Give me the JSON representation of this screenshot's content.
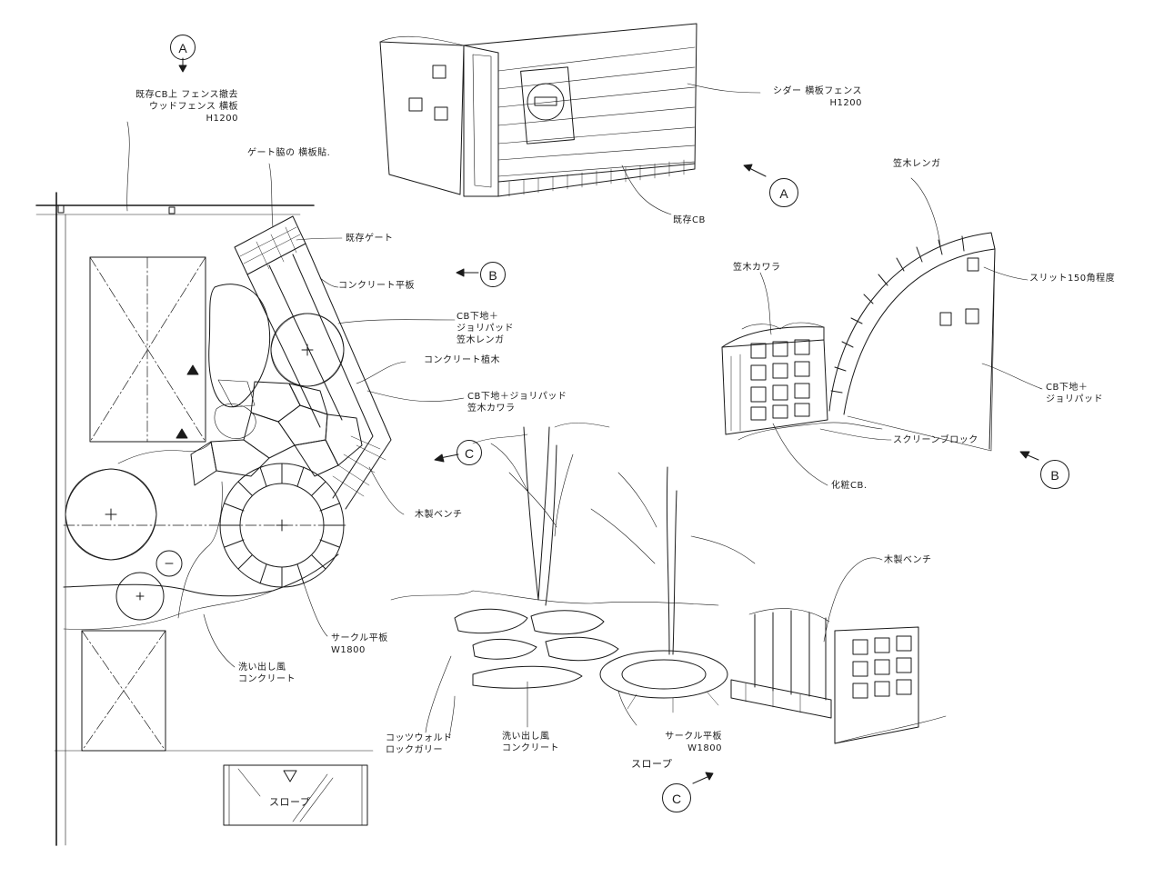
{
  "section_markers": {
    "a_plan": "A",
    "a_elev": "A",
    "b_plan": "B",
    "b_elev": "B",
    "c_plan": "C",
    "c_elev": "C"
  },
  "plan_view": {
    "fence_note": "既存CB上 フェンス撤去\nウッドフェンス 横板\nH1200",
    "gate_panel_note": "ゲート脇の 横板貼.",
    "existing_gate": "既存ゲート",
    "concrete_slab": "コンクリート平板",
    "cb_base_bricks": "CB下地＋\nジョリパッド\n笠木レンガ",
    "concrete_planter": "コンクリート植木",
    "cb_base_kawara": "CB下地＋ジョリパッド\n笠木カワラ",
    "wood_bench": "木製ベンチ",
    "circle_paving": "サークル平板\nW1800",
    "washed_concrete": "洗い出し風\nコンクリート",
    "slope": "スロープ"
  },
  "elevation_a": {
    "cedar_fence": "シダー 横板フェンス\nH1200",
    "existing_cb": "既存CB"
  },
  "elevation_b": {
    "coping_brick": "笠木レンガ",
    "coping_kawara": "笠木カワラ",
    "slit": "スリット150角程度",
    "cb_jolypate": "CB下地＋\nジョリパッド",
    "screen_block": "スクリーンブロック",
    "decor_cb": "化粧CB."
  },
  "elevation_c": {
    "wood_bench": "木製ベンチ",
    "cotswold": "コッツウォルド\nロックガリー",
    "washed_concrete": "洗い出し風\nコンクリート",
    "circle_paving": "サークル平板\nW1800",
    "slope": "スロープ"
  }
}
